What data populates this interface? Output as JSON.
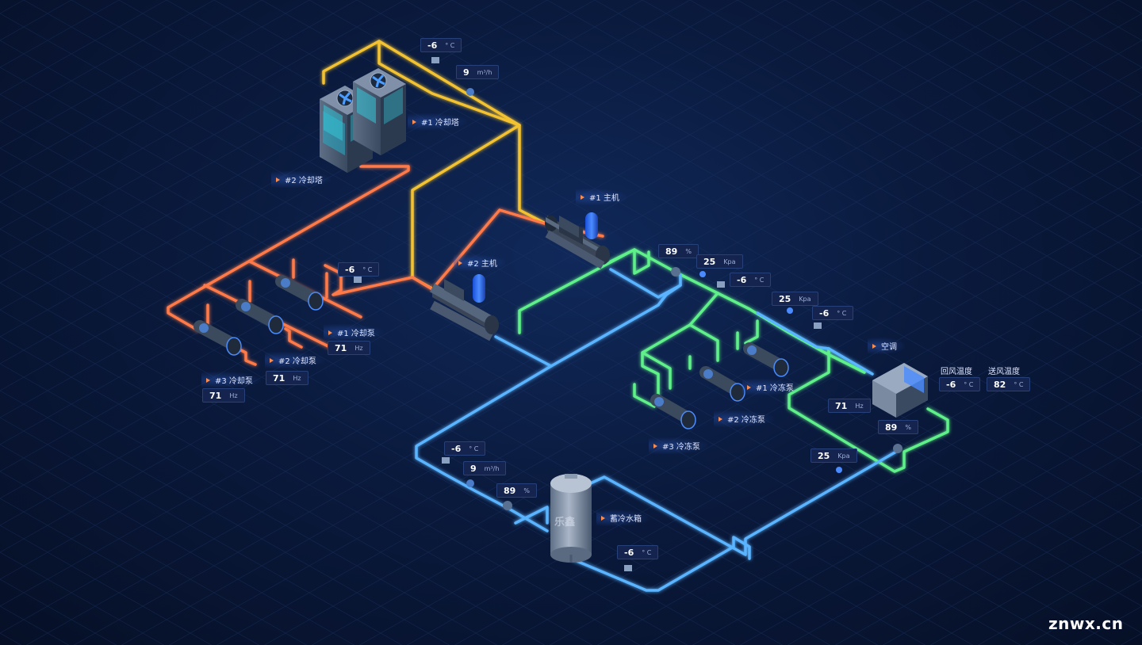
{
  "colors": {
    "cooling_water": "#f2c230",
    "cooling_return": "#ff7a4a",
    "chilled_supply": "#5ff08a",
    "chilled_return": "#5ab4ff",
    "accent_triangle": "#ff8c4a"
  },
  "labels": {
    "tower1": "#1 冷却塔",
    "tower2": "#2 冷却塔",
    "chiller1": "#1 主机",
    "chiller2": "#2 主机",
    "cpump1": "#1 冷却泵",
    "cpump2": "#2 冷却泵",
    "cpump3": "#3 冷却泵",
    "fpump1": "#1 冷冻泵",
    "fpump2": "#2 冷冻泵",
    "fpump3": "#3 冷冻泵",
    "ac": "空调",
    "tank": "蓄冷水箱",
    "return_air_title": "回风温度",
    "supply_air_title": "送风温度"
  },
  "readouts": {
    "tower_temp": {
      "value": "-6",
      "unit": "° C"
    },
    "tower_flow": {
      "value": "9",
      "unit": "m³/h"
    },
    "cpump_temp": {
      "value": "-6",
      "unit": "° C"
    },
    "cpump1_freq": {
      "value": "71",
      "unit": "Hz"
    },
    "cpump2_freq": {
      "value": "71",
      "unit": "Hz"
    },
    "cpump3_freq": {
      "value": "71",
      "unit": "Hz"
    },
    "chiller_valve": {
      "value": "89",
      "unit": "%"
    },
    "chiller_press": {
      "value": "25",
      "unit": "Kpa"
    },
    "chiller_temp": {
      "value": "-6",
      "unit": "° C"
    },
    "header_press": {
      "value": "25",
      "unit": "Kpa"
    },
    "header_temp": {
      "value": "-6",
      "unit": "° C"
    },
    "ac_freq": {
      "value": "71",
      "unit": "Hz"
    },
    "ac_valve": {
      "value": "89",
      "unit": "%"
    },
    "ac_press": {
      "value": "25",
      "unit": "Kpa"
    },
    "return_air": {
      "value": "-6",
      "unit": "° C"
    },
    "supply_air": {
      "value": "82",
      "unit": "° C"
    },
    "tank_temp_top": {
      "value": "-6",
      "unit": "° C"
    },
    "tank_flow": {
      "value": "9",
      "unit": "m³/h"
    },
    "tank_valve": {
      "value": "89",
      "unit": "%"
    },
    "tank_temp_bottom": {
      "value": "-6",
      "unit": "° C"
    }
  },
  "tank_logo": "乐鑫",
  "watermark": "znwx.cn"
}
